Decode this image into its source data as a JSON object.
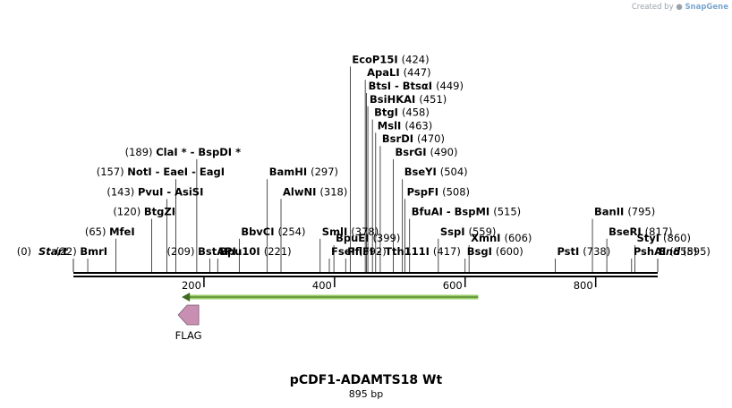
{
  "credit": {
    "prefix": "Created by",
    "brand": "SnapGene"
  },
  "plasmid": {
    "name": "pCDF1-ADAMTS18 Wt",
    "size_label": "895 bp"
  },
  "map": {
    "total_bp": 895,
    "ticks": [
      200,
      400,
      600,
      800
    ],
    "start_label": "Start",
    "end_label": "End",
    "start_pos": "(0)",
    "end_pos": "(895)"
  },
  "features": [
    {
      "name": "FLAG",
      "start": 166,
      "end": 192,
      "direction": "reverse",
      "color": "#c98fb3"
    }
  ],
  "orf": {
    "start": 166,
    "end": 620,
    "direction": "reverse",
    "color": "#99cc66"
  },
  "sites": [
    {
      "name": "BmrI",
      "pos": 22,
      "row": 0
    },
    {
      "name": "MfeI",
      "pos": 65,
      "row": 1
    },
    {
      "name": "BtgZI",
      "pos": 120,
      "row": 2
    },
    {
      "name": "PvuI - AsiSI",
      "pos": 143,
      "row": 3
    },
    {
      "name": "NotI - EaeI - EagI",
      "pos": 157,
      "row": 4
    },
    {
      "name": "ClaI * - BspDI *",
      "pos": 189,
      "row": 5
    },
    {
      "name": "BstAPI",
      "pos": 209,
      "row": -1
    },
    {
      "name": "Bpu10I",
      "pos": 221,
      "row": 0
    },
    {
      "name": "BbvCI",
      "pos": 254,
      "row": 1
    },
    {
      "name": "BamHI",
      "pos": 297,
      "row": 4
    },
    {
      "name": "AlwNI",
      "pos": 318,
      "row": 3
    },
    {
      "name": "SmlI",
      "pos": 378,
      "row": 1
    },
    {
      "name": "FseI",
      "pos": 392,
      "row": 0
    },
    {
      "name": "BpuEI",
      "pos": 399,
      "row": -0.4
    },
    {
      "name": "PflFI - Tth111I",
      "pos": 417,
      "row": -1
    },
    {
      "name": "EcoP15I",
      "pos": 424,
      "row": 12
    },
    {
      "name": "ApaLI",
      "pos": 447,
      "row": 11
    },
    {
      "name": "BtsI - BtsαI",
      "pos": 449,
      "row": 10
    },
    {
      "name": "BsiHKAI",
      "pos": 451,
      "row": 9
    },
    {
      "name": "BtgI",
      "pos": 458,
      "row": 8
    },
    {
      "name": "MslI",
      "pos": 463,
      "row": 7
    },
    {
      "name": "BsrDI",
      "pos": 470,
      "row": 6
    },
    {
      "name": "BsrGI",
      "pos": 490,
      "row": 5
    },
    {
      "name": "BseYI",
      "pos": 504,
      "row": 4
    },
    {
      "name": "PspFI",
      "pos": 508,
      "row": 3
    },
    {
      "name": "BfuAI - BspMI",
      "pos": 515,
      "row": 2
    },
    {
      "name": "SspI",
      "pos": 559,
      "row": 1
    },
    {
      "name": "BsgI",
      "pos": 600,
      "row": 0
    },
    {
      "name": "XmnI",
      "pos": 606,
      "row": -0.4
    },
    {
      "name": "PstI",
      "pos": 738,
      "row": -1
    },
    {
      "name": "BanII",
      "pos": 795,
      "row": 2
    },
    {
      "name": "BseRI",
      "pos": 817,
      "row": 1
    },
    {
      "name": "PshAI",
      "pos": 855,
      "row": 0
    },
    {
      "name": "StyI",
      "pos": 860,
      "row": -0.4
    }
  ]
}
